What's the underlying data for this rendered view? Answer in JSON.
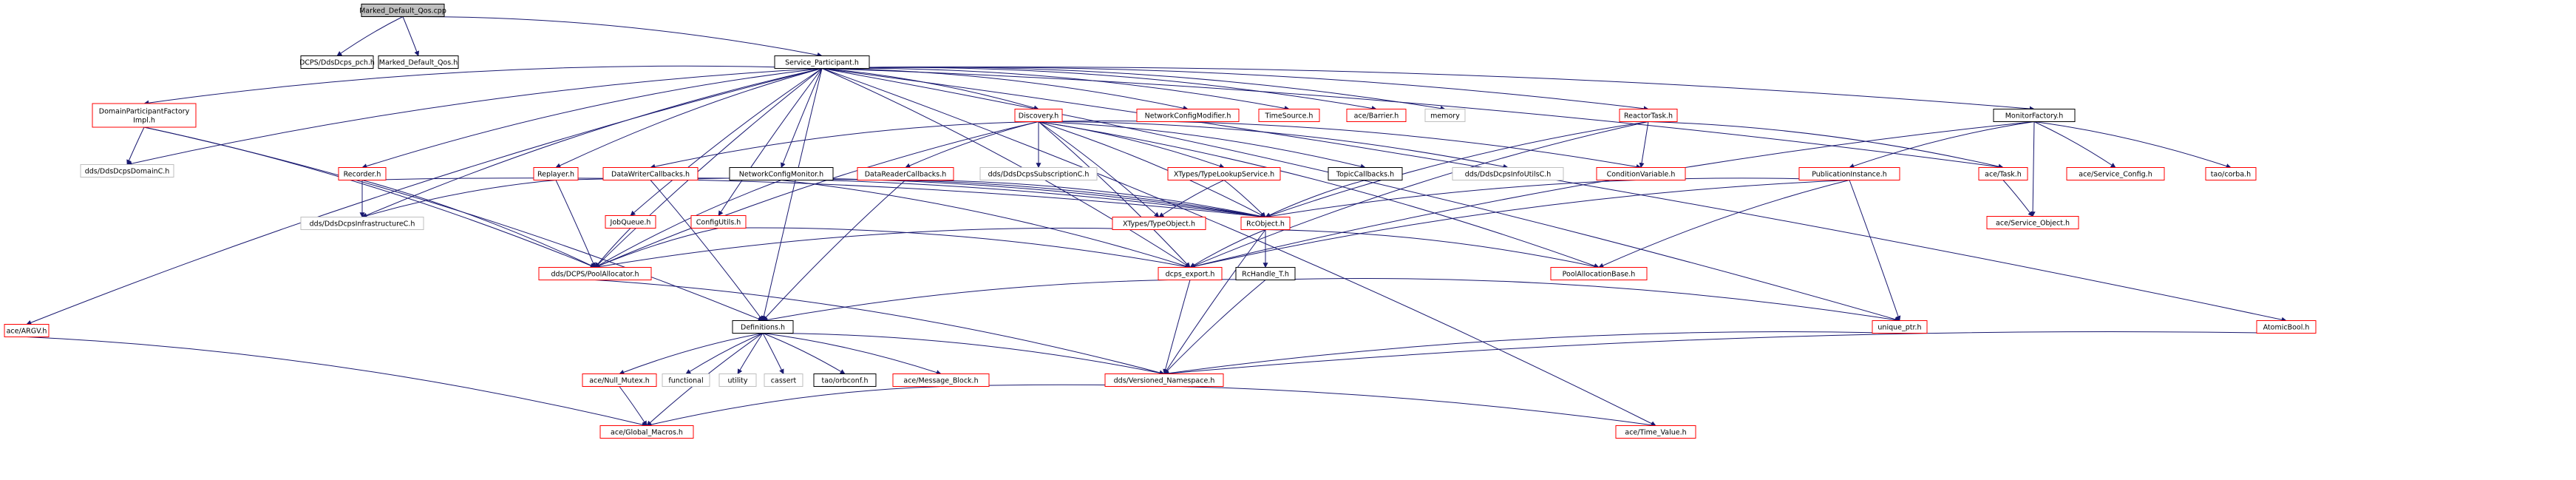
{
  "diagram": {
    "colors": {
      "edge": "#191970",
      "edge_red": "#b22222",
      "node_black": "#000000",
      "node_red": "#ff0000",
      "node_gray": "#bfbfbf",
      "root_fill": "#bfbfbf"
    },
    "nodes": [
      {
        "id": "marked_cpp",
        "label": "Marked_Default_Qos.cpp",
        "style": "root"
      },
      {
        "id": "dcps_pch",
        "label": "DCPS/DdsDcps_pch.h",
        "style": "black"
      },
      {
        "id": "marked_h",
        "label": "Marked_Default_Qos.h",
        "style": "black"
      },
      {
        "id": "service_participant",
        "label": "Service_Participant.h",
        "style": "black"
      },
      {
        "id": "dp_factory_impl",
        "label": "DomainParticipantFactory\nImpl.h",
        "style": "red"
      },
      {
        "id": "dds_domainc",
        "label": "dds/DdsDcpsDomainC.h",
        "style": "gray"
      },
      {
        "id": "recorder",
        "label": "Recorder.h",
        "style": "red"
      },
      {
        "id": "replayer",
        "label": "Replayer.h",
        "style": "red"
      },
      {
        "id": "discovery",
        "label": "Discovery.h",
        "style": "red"
      },
      {
        "id": "network_config_modifier",
        "label": "NetworkConfigModifier.h",
        "style": "red"
      },
      {
        "id": "time_source",
        "label": "TimeSource.h",
        "style": "red"
      },
      {
        "id": "ace_barrier",
        "label": "ace/Barrier.h",
        "style": "red"
      },
      {
        "id": "memory",
        "label": "memory",
        "style": "gray"
      },
      {
        "id": "reactor_task",
        "label": "ReactorTask.h",
        "style": "red"
      },
      {
        "id": "monitor_factory",
        "label": "MonitorFactory.h",
        "style": "black"
      },
      {
        "id": "ace_argv",
        "label": "ace/ARGV.h",
        "style": "red"
      },
      {
        "id": "dds_infrastructurec",
        "label": "dds/DdsDcpsInfrastructureC.h",
        "style": "gray"
      },
      {
        "id": "datawriter_callbacks",
        "label": "DataWriterCallbacks.h",
        "style": "red"
      },
      {
        "id": "network_config_monitor",
        "label": "NetworkConfigMonitor.h",
        "style": "black"
      },
      {
        "id": "datareader_callbacks",
        "label": "DataReaderCallbacks.h",
        "style": "red"
      },
      {
        "id": "dds_subscriptionc",
        "label": "dds/DdsDcpsSubscriptionC.h",
        "style": "gray"
      },
      {
        "id": "xtypes_lookup",
        "label": "XTypes/TypeLookupService.h",
        "style": "red"
      },
      {
        "id": "topic_callbacks",
        "label": "TopicCallbacks.h",
        "style": "black"
      },
      {
        "id": "dds_infoutilsc",
        "label": "dds/DdsDcpsInfoUtilsC.h",
        "style": "gray"
      },
      {
        "id": "condition_variable",
        "label": "ConditionVariable.h",
        "style": "red"
      },
      {
        "id": "publication_instance",
        "label": "PublicationInstance.h",
        "style": "red"
      },
      {
        "id": "ace_task",
        "label": "ace/Task.h",
        "style": "red"
      },
      {
        "id": "ace_service_config",
        "label": "ace/Service_Config.h",
        "style": "red"
      },
      {
        "id": "tao_corba",
        "label": "tao/corba.h",
        "style": "red"
      },
      {
        "id": "ace_service_object",
        "label": "ace/Service_Object.h",
        "style": "red"
      },
      {
        "id": "job_queue",
        "label": "JobQueue.h",
        "style": "red"
      },
      {
        "id": "config_utils",
        "label": "ConfigUtils.h",
        "style": "red"
      },
      {
        "id": "xtypes_typeobject",
        "label": "XTypes/TypeObject.h",
        "style": "red"
      },
      {
        "id": "rc_object",
        "label": "RcObject.h",
        "style": "red"
      },
      {
        "id": "dds_pool_allocator",
        "label": "dds/DCPS/PoolAllocator.h",
        "style": "red"
      },
      {
        "id": "dcps_export",
        "label": "dcps_export.h",
        "style": "red"
      },
      {
        "id": "rc_handle",
        "label": "RcHandle_T.h",
        "style": "black"
      },
      {
        "id": "pool_allocation_base",
        "label": "PoolAllocationBase.h",
        "style": "red"
      },
      {
        "id": "definitions",
        "label": "Definitions.h",
        "style": "black"
      },
      {
        "id": "unique_ptr",
        "label": "unique_ptr.h",
        "style": "red"
      },
      {
        "id": "atomic_bool",
        "label": "AtomicBool.h",
        "style": "red"
      },
      {
        "id": "ace_null_mutex",
        "label": "ace/Null_Mutex.h",
        "style": "red"
      },
      {
        "id": "functional",
        "label": "functional",
        "style": "gray"
      },
      {
        "id": "utility",
        "label": "utility",
        "style": "gray"
      },
      {
        "id": "cassert",
        "label": "cassert",
        "style": "gray"
      },
      {
        "id": "tao_orbconf",
        "label": "tao/orbconf.h",
        "style": "black"
      },
      {
        "id": "ace_message_block",
        "label": "ace/Message_Block.h",
        "style": "red"
      },
      {
        "id": "dds_versioned_ns",
        "label": "dds/Versioned_Namespace.h",
        "style": "red"
      },
      {
        "id": "ace_global_macros",
        "label": "ace/Global_Macros.h",
        "style": "red"
      },
      {
        "id": "ace_time_value",
        "label": "ace/Time_Value.h",
        "style": "red"
      }
    ],
    "edges": [
      [
        "marked_cpp",
        "dcps_pch"
      ],
      [
        "marked_cpp",
        "marked_h"
      ],
      [
        "marked_cpp",
        "service_participant"
      ],
      [
        "service_participant",
        "dp_factory_impl"
      ],
      [
        "service_participant",
        "dds_domainc"
      ],
      [
        "service_participant",
        "recorder"
      ],
      [
        "service_participant",
        "replayer"
      ],
      [
        "service_participant",
        "discovery"
      ],
      [
        "service_participant",
        "network_config_modifier"
      ],
      [
        "service_participant",
        "time_source"
      ],
      [
        "service_participant",
        "ace_barrier"
      ],
      [
        "service_participant",
        "memory"
      ],
      [
        "service_participant",
        "reactor_task"
      ],
      [
        "service_participant",
        "monitor_factory"
      ],
      [
        "service_participant",
        "ace_argv"
      ],
      [
        "service_participant",
        "dds_infrastructurec"
      ],
      [
        "service_participant",
        "network_config_monitor"
      ],
      [
        "service_participant",
        "job_queue"
      ],
      [
        "service_participant",
        "dds_pool_allocator"
      ],
      [
        "service_participant",
        "definitions"
      ],
      [
        "service_participant",
        "unique_ptr"
      ],
      [
        "service_participant",
        "atomic_bool"
      ],
      [
        "service_participant",
        "ace_time_value"
      ],
      [
        "service_participant",
        "dcps_export"
      ],
      [
        "service_participant",
        "ace_task"
      ],
      [
        "service_participant",
        "config_utils"
      ],
      [
        "dp_factory_impl",
        "dds_domainc"
      ],
      [
        "dp_factory_impl",
        "dds_pool_allocator"
      ],
      [
        "dp_factory_impl",
        "definitions"
      ],
      [
        "recorder",
        "dds_infrastructurec"
      ],
      [
        "recorder",
        "dds_pool_allocator"
      ],
      [
        "recorder",
        "rc_object"
      ],
      [
        "replayer",
        "dds_infrastructurec"
      ],
      [
        "replayer",
        "dds_pool_allocator"
      ],
      [
        "replayer",
        "rc_object"
      ],
      [
        "discovery",
        "datawriter_callbacks"
      ],
      [
        "discovery",
        "datareader_callbacks"
      ],
      [
        "discovery",
        "dds_subscriptionc"
      ],
      [
        "discovery",
        "xtypes_lookup"
      ],
      [
        "discovery",
        "topic_callbacks"
      ],
      [
        "discovery",
        "dds_infoutilsc"
      ],
      [
        "discovery",
        "condition_variable"
      ],
      [
        "discovery",
        "rc_object"
      ],
      [
        "discovery",
        "dds_pool_allocator"
      ],
      [
        "discovery",
        "xtypes_typeobject"
      ],
      [
        "discovery",
        "pool_allocation_base"
      ],
      [
        "discovery",
        "dcps_export"
      ],
      [
        "datawriter_callbacks",
        "rc_object"
      ],
      [
        "datawriter_callbacks",
        "definitions"
      ],
      [
        "datareader_callbacks",
        "rc_object"
      ],
      [
        "datareader_callbacks",
        "definitions"
      ],
      [
        "network_config_monitor",
        "rc_object"
      ],
      [
        "network_config_monitor",
        "dds_pool_allocator"
      ],
      [
        "network_config_monitor",
        "dcps_export"
      ],
      [
        "xtypes_lookup",
        "rc_object"
      ],
      [
        "xtypes_lookup",
        "xtypes_typeobject"
      ],
      [
        "topic_callbacks",
        "rc_object"
      ],
      [
        "reactor_task",
        "condition_variable"
      ],
      [
        "reactor_task",
        "rc_object"
      ],
      [
        "reactor_task",
        "dcps_export"
      ],
      [
        "reactor_task",
        "ace_task"
      ],
      [
        "monitor_factory",
        "publication_instance"
      ],
      [
        "monitor_factory",
        "ace_service_config"
      ],
      [
        "monitor_factory",
        "tao_corba"
      ],
      [
        "monitor_factory",
        "ace_service_object"
      ],
      [
        "monitor_factory",
        "dcps_export"
      ],
      [
        "ace_task",
        "ace_service_object"
      ],
      [
        "publication_instance",
        "rc_object"
      ],
      [
        "publication_instance",
        "unique_ptr"
      ],
      [
        "publication_instance",
        "pool_allocation_base"
      ],
      [
        "publication_instance",
        "dcps_export"
      ],
      [
        "job_queue",
        "dds_pool_allocator"
      ],
      [
        "config_utils",
        "dds_pool_allocator"
      ],
      [
        "config_utils",
        "dcps_export"
      ],
      [
        "xtypes_typeobject",
        "dds_pool_allocator"
      ],
      [
        "rc_object",
        "dcps_export"
      ],
      [
        "rc_object",
        "rc_handle"
      ],
      [
        "rc_object",
        "pool_allocation_base"
      ],
      [
        "rc_object",
        "dds_versioned_ns"
      ],
      [
        "dds_pool_allocator",
        "dds_versioned_ns"
      ],
      [
        "dcps_export",
        "dds_versioned_ns"
      ],
      [
        "rc_handle",
        "definitions"
      ],
      [
        "rc_handle",
        "unique_ptr"
      ],
      [
        "rc_handle",
        "dds_versioned_ns"
      ],
      [
        "definitions",
        "ace_null_mutex"
      ],
      [
        "definitions",
        "functional"
      ],
      [
        "definitions",
        "utility"
      ],
      [
        "definitions",
        "cassert"
      ],
      [
        "definitions",
        "tao_orbconf"
      ],
      [
        "definitions",
        "ace_message_block"
      ],
      [
        "definitions",
        "ace_global_macros"
      ],
      [
        "definitions",
        "dds_versioned_ns"
      ],
      [
        "unique_ptr",
        "dds_versioned_ns"
      ],
      [
        "atomic_bool",
        "dds_versioned_ns"
      ],
      [
        "ace_null_mutex",
        "ace_global_macros"
      ],
      [
        "ace_message_block",
        "ace_global_macros"
      ],
      [
        "ace_message_block",
        "ace_time_value"
      ],
      [
        "ace_argv",
        "ace_global_macros"
      ]
    ]
  }
}
